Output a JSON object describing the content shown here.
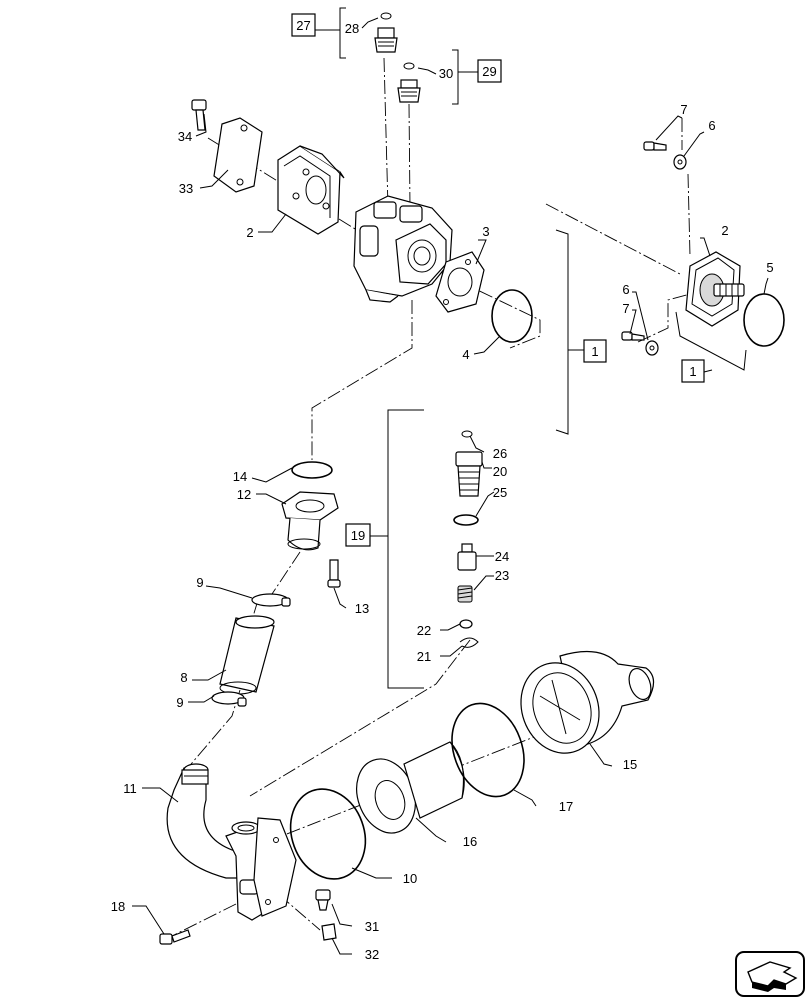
{
  "callouts": {
    "c1": "1",
    "c1b": "1",
    "c2": "2",
    "c2b": "2",
    "c3": "3",
    "c4": "4",
    "c5": "5",
    "c6": "6",
    "c6b": "6",
    "c7": "7",
    "c7b": "7",
    "c8": "8",
    "c9": "9",
    "c9b": "9",
    "c10": "10",
    "c11": "11",
    "c12": "12",
    "c13": "13",
    "c14": "14",
    "c15": "15",
    "c16": "16",
    "c17": "17",
    "c18": "18",
    "c19": "19",
    "c20": "20",
    "c21": "21",
    "c22": "22",
    "c23": "23",
    "c24": "24",
    "c25": "25",
    "c26": "26",
    "c27": "27",
    "c28": "28",
    "c29": "29",
    "c30": "30",
    "c31": "31",
    "c32": "32",
    "c33": "33",
    "c34": "34"
  },
  "icons": {
    "navigation": "arrow-icon"
  }
}
